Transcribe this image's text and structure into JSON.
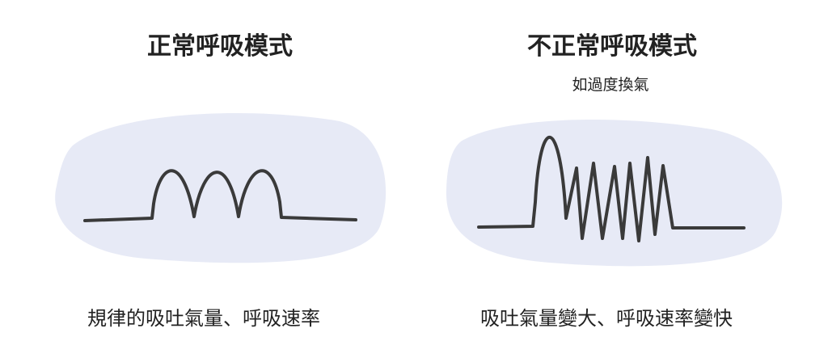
{
  "left": {
    "title": "正常呼吸模式",
    "caption": "規律的吸吐氣量、呼吸速率"
  },
  "right": {
    "title": "不正常呼吸模式",
    "subtitle": "如過度換氣",
    "caption": "吸吐氣量變大、呼吸速率變快"
  },
  "colors": {
    "blob": "#e7eaf6",
    "line": "#3a3a3a"
  }
}
